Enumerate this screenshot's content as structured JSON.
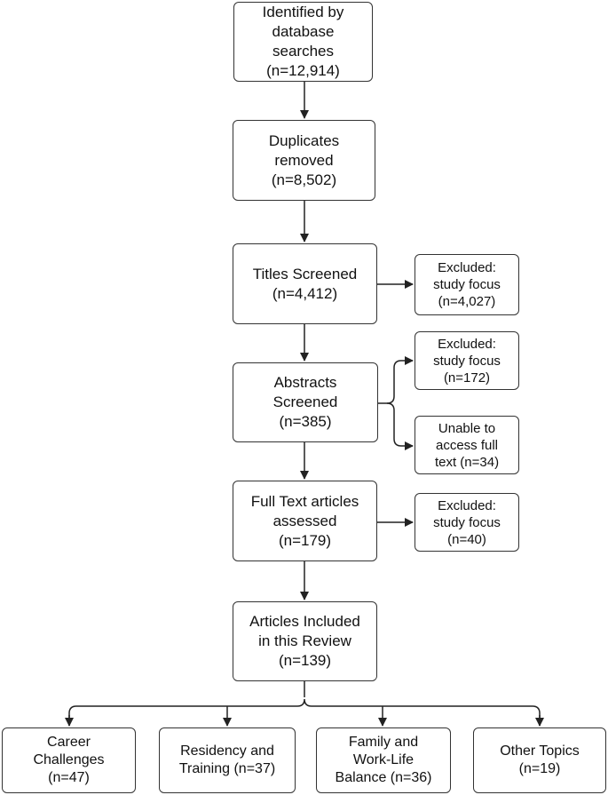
{
  "flow": {
    "identified": [
      "Identified by",
      "database",
      "searches",
      "(n=12,914)"
    ],
    "duplicates": [
      "Duplicates",
      "removed",
      "(n=8,502)"
    ],
    "titles": [
      "Titles Screened",
      "(n=4,412)"
    ],
    "abstracts": [
      "Abstracts",
      "Screened",
      "(n=385)"
    ],
    "fulltext": [
      "Full Text articles",
      "assessed",
      "(n=179)"
    ],
    "included": [
      "Articles Included",
      "in this Review",
      "(n=139)"
    ]
  },
  "exclusions": {
    "titles_excluded": [
      "Excluded:",
      "study focus",
      "(n=4,027)"
    ],
    "abstracts_excluded": [
      "Excluded:",
      "study focus",
      "(n=172)"
    ],
    "abstracts_unavailable": [
      "Unable to",
      "access full",
      "text (n=34)"
    ],
    "fulltext_excluded": [
      "Excluded:",
      "study focus",
      "(n=40)"
    ]
  },
  "categories": {
    "career": [
      "Career",
      "Challenges",
      "(n=47)"
    ],
    "residency": [
      "Residency and",
      "Training (n=37)"
    ],
    "family": [
      "Family and",
      "Work-Life",
      "Balance (n=36)"
    ],
    "other": [
      "Other Topics",
      "(n=19)"
    ]
  }
}
